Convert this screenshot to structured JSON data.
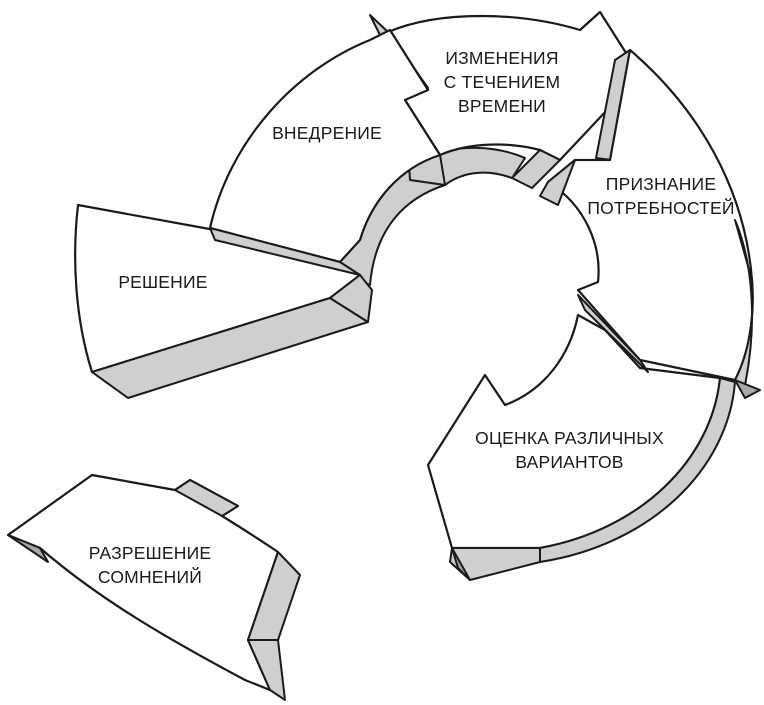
{
  "stages": [
    {
      "id": "changes",
      "label": "ИЗМЕНЕНИЯ\nС ТЕЧЕНИЕМ\nВРЕМЕНИ"
    },
    {
      "id": "recognition",
      "label": "ПРИЗНАНИЕ\nПОТРЕБНОСТЕЙ"
    },
    {
      "id": "evaluation",
      "label": "ОЦЕНКА РАЗЛИЧНЫХ\nВАРИАНТОВ"
    },
    {
      "id": "decision",
      "label": "РЕШЕНИЕ"
    },
    {
      "id": "implementation",
      "label": "ВНЕДРЕНИЕ"
    }
  ],
  "detached_stage": {
    "id": "resolution",
    "label": "РАЗРЕШЕНИЕ\nСОМНЕНИЙ"
  }
}
